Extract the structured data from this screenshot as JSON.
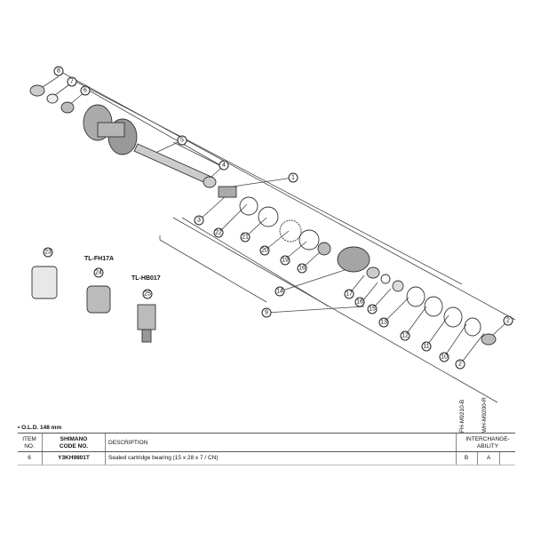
{
  "callouts": {
    "c1": "1",
    "c2": "2",
    "c3": "3",
    "c4": "4",
    "c5": "5",
    "c6": "6",
    "c7": "7",
    "c8": "8",
    "c9": "9",
    "c10": "10",
    "c11": "11",
    "c12": "12",
    "c13": "13",
    "c14": "14",
    "c15": "15",
    "c16": "16",
    "c17": "17",
    "c18": "18",
    "c19": "19",
    "c20": "20",
    "c21": "21",
    "c22": "22",
    "c23": "23",
    "c24": "24",
    "c25": "25"
  },
  "tools": {
    "fh17a": "TL-FH17A",
    "hb017": "TL-HB017"
  },
  "note": "• O.L.D. 148 mm",
  "table": {
    "headers": {
      "item": [
        "ITEM",
        "NO."
      ],
      "code": [
        "SHIMANO",
        "CODE NO."
      ],
      "description": "DESCRIPTION",
      "interchangeability": [
        "INTERCHANGE-",
        "ABILITY"
      ]
    },
    "models": [
      "FH-M9210-B",
      "WH-M9200-R"
    ],
    "rows": [
      {
        "item": "6",
        "code": "Y3KH9801T",
        "description": "Sealed cartridge bearing (15 x 28 x 7 / CN)",
        "b": "B",
        "a": "A"
      }
    ]
  }
}
